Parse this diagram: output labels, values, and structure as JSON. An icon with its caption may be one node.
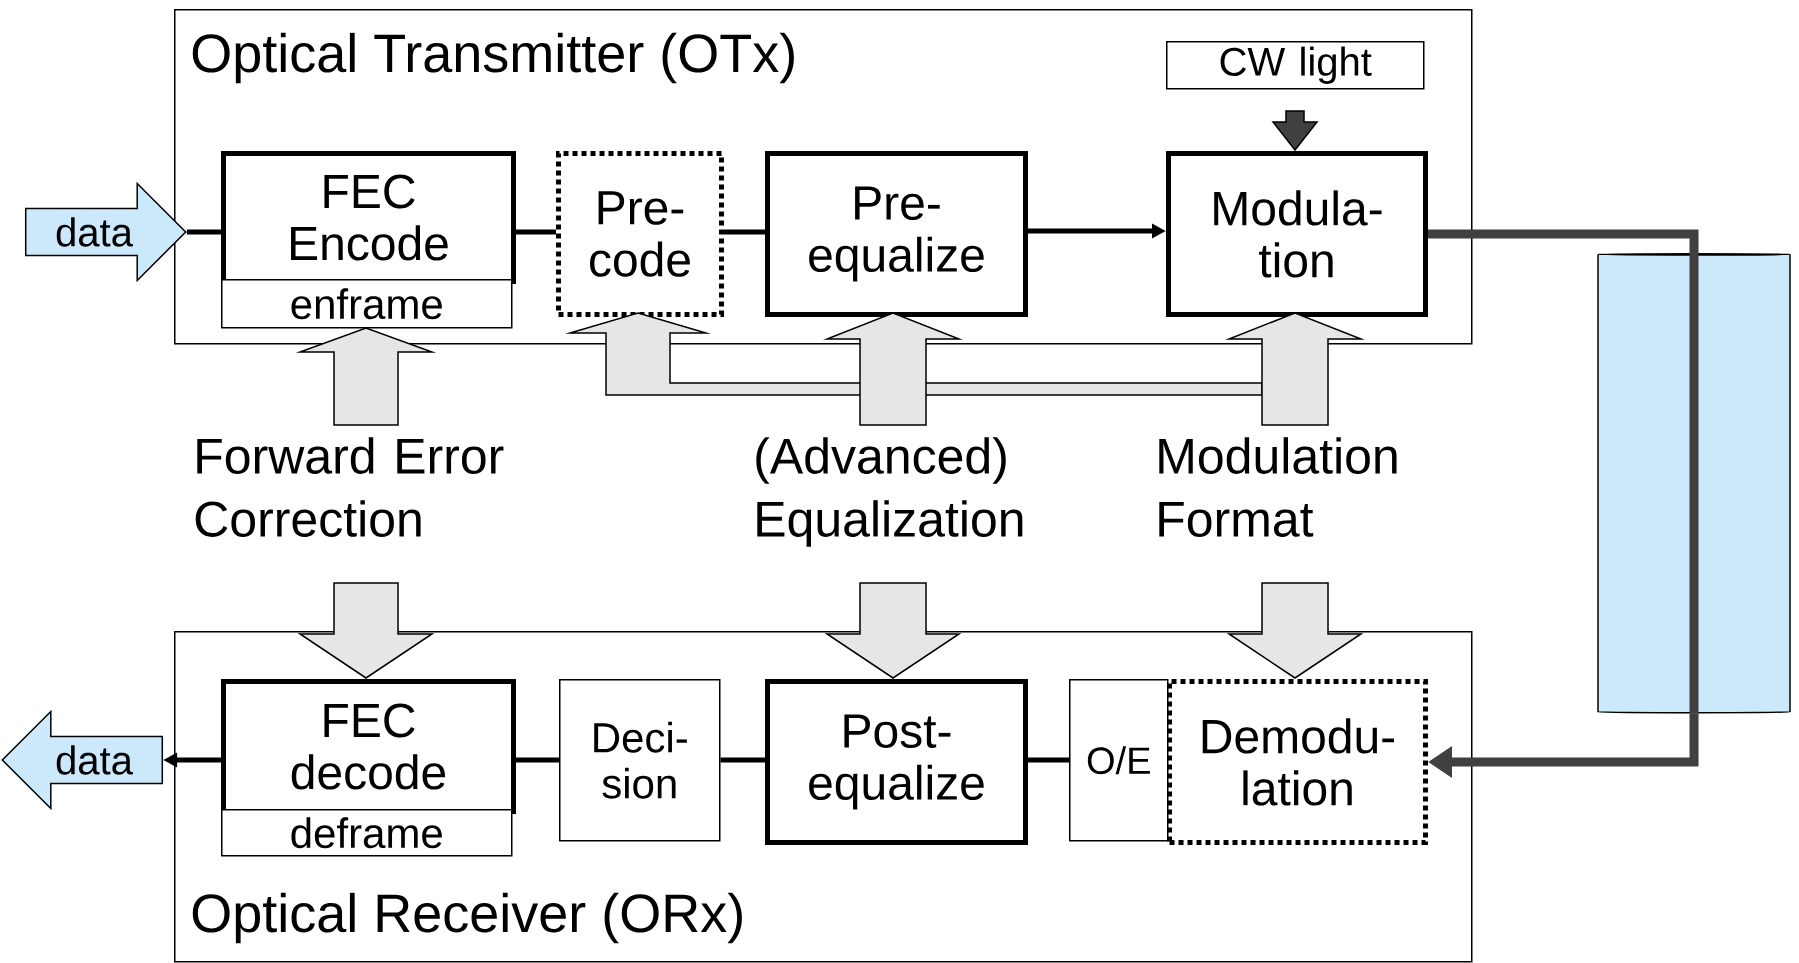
{
  "diagram": {
    "nodes": [
      {
        "text": [
          "Optical Transmitter (OTx)"
        ]
      },
      {
        "text": [
          "CW light"
        ],
        "in": 0
      },
      {
        "text": [
          "FEC Encode"
        ],
        "in": 0
      },
      {
        "text": [
          "enframe"
        ],
        "in": 0
      },
      {
        "text": [
          "Pre- code"
        ],
        "in": 0
      },
      {
        "text": [
          "Pre- equalize"
        ],
        "in": 0
      },
      {
        "text": [
          "Modula- tion"
        ],
        "in": 0
      },
      {
        "text": [
          "data"
        ]
      },
      {
        "text": [
          "Forward Error Correction"
        ]
      },
      {
        "text": [
          "(Advanced) Equalization"
        ]
      },
      {
        "text": [
          "Modulation Format"
        ]
      },
      {
        "text": [],
        "shape": "cylinder"
      },
      {
        "text": [
          "Optical Receiver (ORx)"
        ]
      },
      {
        "text": [
          "FEC decode"
        ],
        "in": 12
      },
      {
        "text": [
          "deframe"
        ],
        "in": 12
      },
      {
        "text": [
          "Deci- sion"
        ],
        "in": 12
      },
      {
        "text": [
          "Post- equalize"
        ],
        "in": 12
      },
      {
        "text": [
          "O/E"
        ],
        "in": 12
      },
      {
        "text": [
          "Demodu- lation"
        ],
        "in": 12
      },
      {
        "text": [
          "data"
        ]
      }
    ],
    "edges": [
      {
        "from": 7,
        "to": 2,
        "arrow": "none"
      },
      {
        "from": 2,
        "to": 4,
        "arrow": "none"
      },
      {
        "from": 4,
        "to": 5,
        "arrow": "none"
      },
      {
        "from": 5,
        "to": 6,
        "arrow": "to"
      },
      {
        "from": 1,
        "to": 6,
        "arrow": "to",
        "style": "thick",
        "color": "#404040"
      },
      {
        "from": 6,
        "to": 11,
        "arrow": "none",
        "style": "thick",
        "color": "#404040"
      },
      {
        "from": 11,
        "to": 18,
        "arrow": "to",
        "style": "thick",
        "color": "#404040"
      },
      {
        "from": 8,
        "to": 3,
        "arrow": "to",
        "style": "thick",
        "color": "#e6e6e6"
      },
      {
        "from": 9,
        "to": 5,
        "arrow": "to",
        "style": "thick",
        "color": "#e6e6e6"
      },
      {
        "from": 10,
        "to": 6,
        "arrow": "to",
        "style": "thick",
        "color": "#e6e6e6"
      },
      {
        "from": 10,
        "to": 4,
        "arrow": "to",
        "style": "thick",
        "color": "#e6e6e6"
      },
      {
        "from": 8,
        "to": 13,
        "arrow": "to",
        "style": "thick",
        "color": "#e6e6e6"
      },
      {
        "from": 9,
        "to": 16,
        "arrow": "to",
        "style": "thick",
        "color": "#e6e6e6"
      },
      {
        "from": 10,
        "to": 18,
        "arrow": "to",
        "style": "thick",
        "color": "#e6e6e6"
      },
      {
        "from": 17,
        "to": 16,
        "arrow": "none"
      },
      {
        "from": 16,
        "to": 15,
        "arrow": "none"
      },
      {
        "from": 15,
        "to": 13,
        "arrow": "none"
      },
      {
        "from": 13,
        "to": 19,
        "arrow": "to"
      }
    ]
  }
}
